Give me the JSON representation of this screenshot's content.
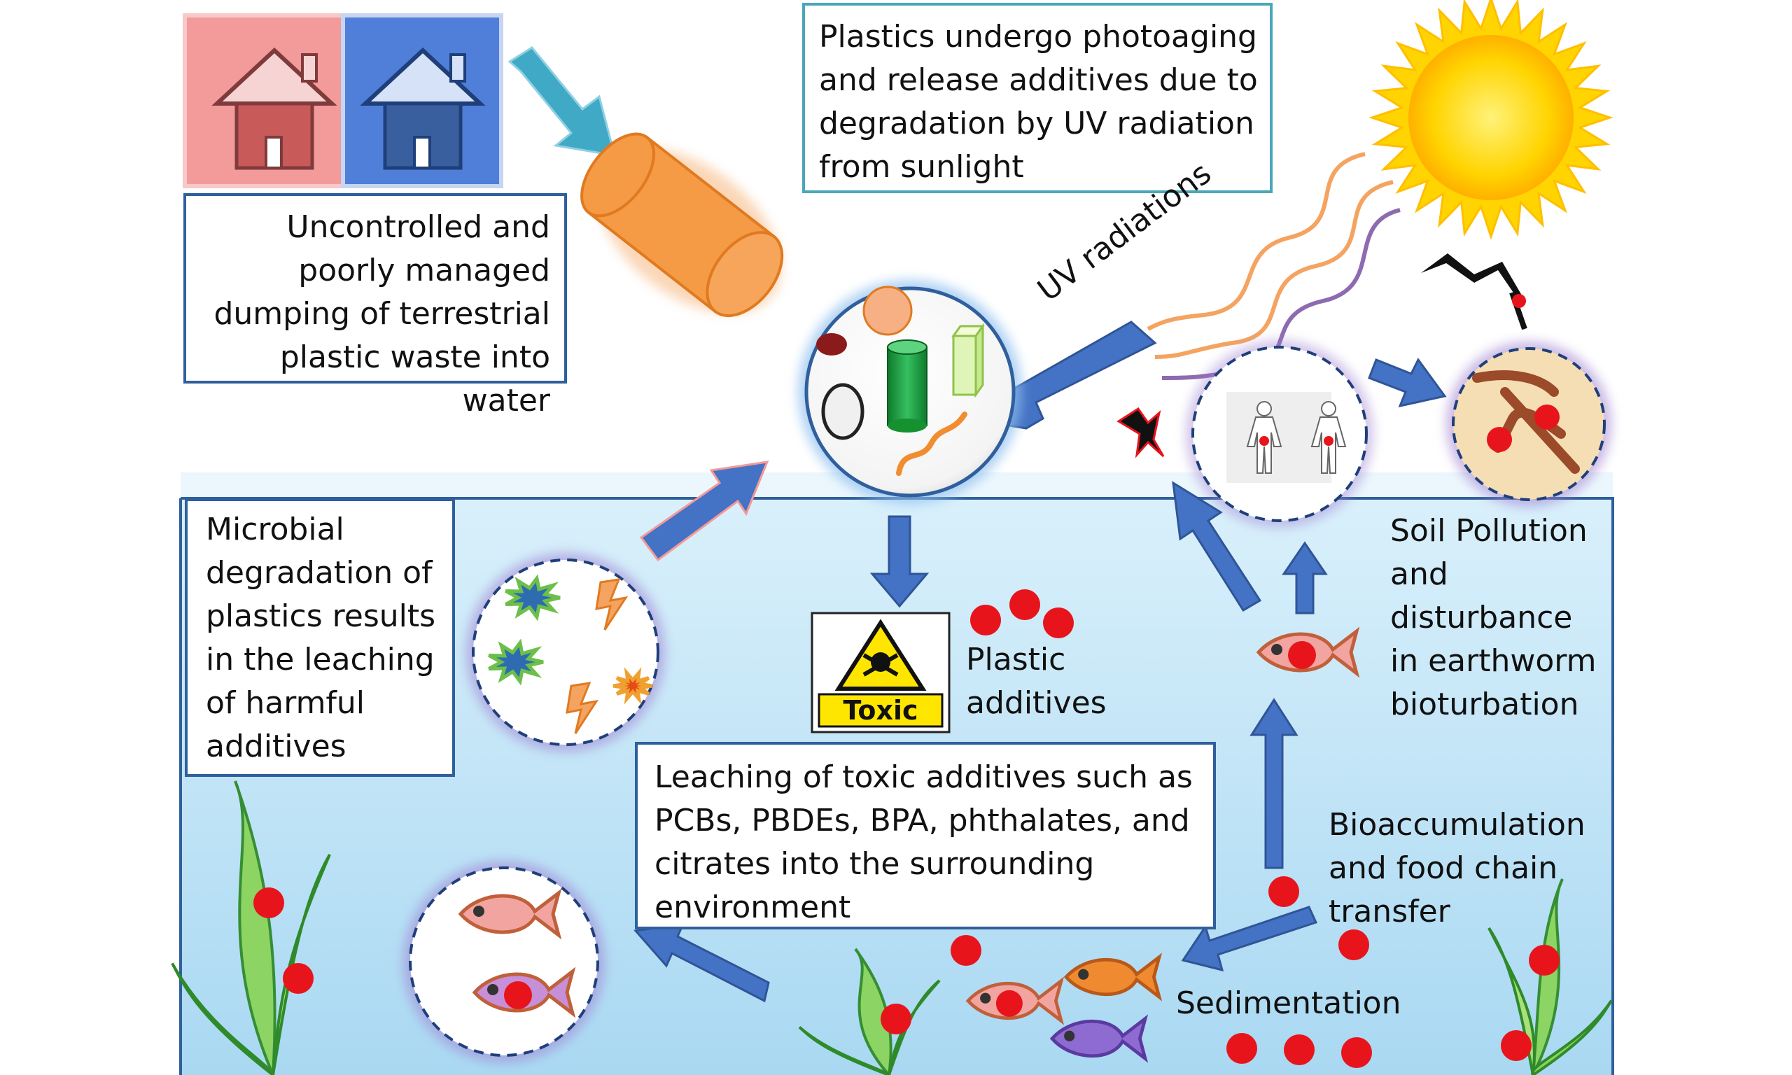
{
  "labels": {
    "dumping": "Uncontrolled and\npoorly managed\ndumping of terrestrial\nplastic waste into water",
    "photoaging": "Plastics undergo photoaging\nand release additives due to\ndegradation by UV radiation\nfrom sunlight",
    "uv": "UV radiations",
    "microbial": "Microbial\ndegradation of\nplastics results\nin the leaching\nof harmful\nadditives",
    "toxic": "Toxic",
    "plastic_additives": "Plastic\nadditives",
    "leaching": "Leaching of toxic additives such as\nPCBs, PBDEs, BPA, phthalates, and\ncitrates into the surrounding\nenvironment",
    "soil": "Soil Pollution\nand\ndisturbance\nin earthworm\nbioturbation",
    "bioaccumulation": "Bioaccumulation\nand food chain\ntransfer",
    "sedimentation": "Sedimentation"
  },
  "icons": [
    "house-icon",
    "plastic-cylinder-icon",
    "sun-icon",
    "uv-wave-icon",
    "toxic-sign-icon",
    "fish-icon",
    "human-icon",
    "earthworm-icon",
    "seaweed-icon",
    "bird-icon",
    "microbe-icon"
  ],
  "colors": {
    "water": "#bde3f7",
    "water_border": "#2f5f9c",
    "arrow": "#4472c4",
    "additive_dot": "#e8141c",
    "sun": "#ffd400",
    "plastic_orange": "#f28c30"
  }
}
